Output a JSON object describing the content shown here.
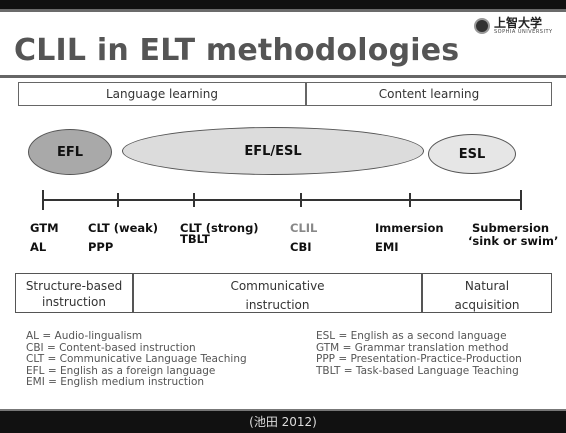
{
  "header": {
    "logo_text": "上智大学",
    "logo_subtext": "SOPHIA UNIVERSITY",
    "title": "CLIL in ELT methodologies"
  },
  "top_boxes": {
    "language_learning": "Language learning",
    "content_learning": "Content learning"
  },
  "ellipses": {
    "efl": "EFL",
    "efl_esl": "EFL/ESL",
    "esl": "ESL"
  },
  "methods": {
    "gtm": "GTM",
    "al": "AL",
    "clt_weak": "CLT (weak)",
    "ppp": "PPP",
    "clt_strong": "CLT (strong)",
    "tblt": "TBLT",
    "clil": "CLIL",
    "cbi": "CBI",
    "immersion": "Immersion",
    "emi": "EMI",
    "submersion": "Submersion",
    "sink_or_swim": "‘sink or swim’"
  },
  "bottom_boxes": {
    "structure_line1": "Structure-based",
    "structure_line2": "instruction",
    "communicative_line1": "Communicative",
    "communicative_line2": "instruction",
    "natural_line1": "Natural",
    "natural_line2": "acquisition"
  },
  "legend_left": [
    "AL = Audio-lingualism",
    "CBI = Content-based instruction",
    "CLT = Communicative Language Teaching",
    "EFL = English as a foreign language",
    "EMI = English medium instruction"
  ],
  "legend_right": [
    "ESL = English as a second language",
    "GTM = Grammar translation method",
    "PPP = Presentation-Practice-Production",
    "TBLT = Task-based Language Teaching"
  ],
  "footer": {
    "citation": "(池田 2012)"
  },
  "colors": {
    "ellipse_fill_dark": "#a9a9a9",
    "ellipse_fill_light": "#dcdcdc",
    "clil_text": "#888888"
  }
}
